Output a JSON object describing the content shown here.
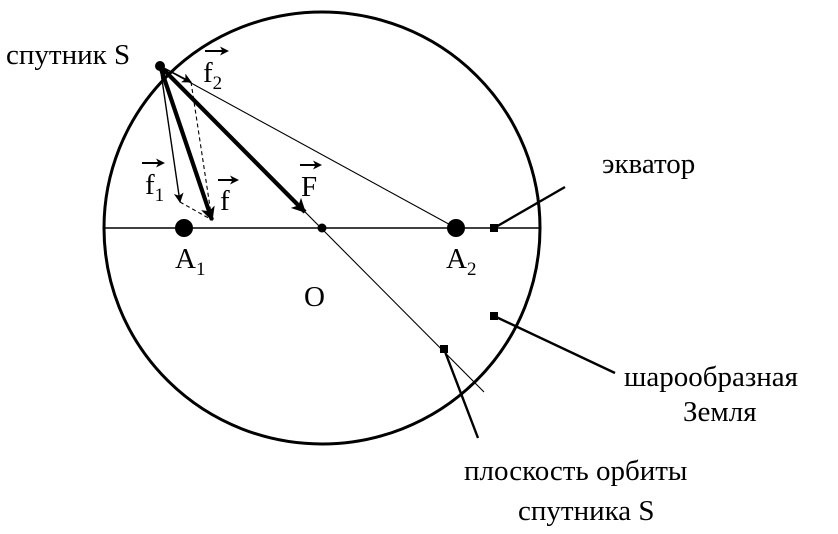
{
  "labels": {
    "satellite": "спутник S",
    "equator": "экватор",
    "earth_line1": "шарообразная",
    "earth_line2": "Земля",
    "orbit_line1": "плоскость орбиты",
    "orbit_line2": "спутника S",
    "center": "O",
    "point_a1": "A",
    "point_a1_sub": "1",
    "point_a2": "A",
    "point_a2_sub": "2",
    "vector_total": "F",
    "vector_sum": "f",
    "vector_f1": "f",
    "vector_f1_sub": "1",
    "vector_f2": "f",
    "vector_f2_sub": "2"
  },
  "colors": {
    "ink": "#000000",
    "background": "#ffffff"
  }
}
